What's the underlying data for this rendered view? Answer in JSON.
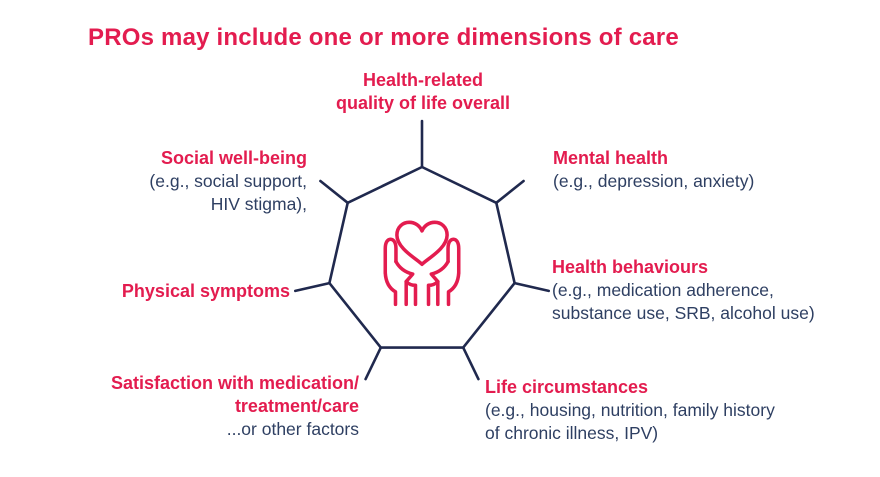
{
  "title": "PROs may include one or more dimensions of care",
  "colors": {
    "accent": "#e31c4f",
    "navy_text": "#2e3f62",
    "outline": "#20294e",
    "background": "#ffffff"
  },
  "center_icon": "hands-holding-heart-icon",
  "dimensions": {
    "hrqol": {
      "heading_lines": [
        "Health-related",
        "quality of life overall"
      ],
      "detail_lines": []
    },
    "social": {
      "heading_lines": [
        "Social well-being"
      ],
      "detail_lines": [
        "(e.g., social support,",
        "HIV stigma),"
      ]
    },
    "mental": {
      "heading_lines": [
        "Mental health"
      ],
      "detail_lines": [
        "(e.g., depression, anxiety)"
      ]
    },
    "physical": {
      "heading_lines": [
        "Physical symptoms"
      ],
      "detail_lines": []
    },
    "behaviours": {
      "heading_lines": [
        "Health behaviours"
      ],
      "detail_lines": [
        "(e.g., medication adherence,",
        "substance use, SRB, alcohol use)"
      ]
    },
    "satisfaction": {
      "heading_lines": [
        "Satisfaction with medication/",
        "treatment/care"
      ],
      "detail_lines": [
        "...or other factors"
      ]
    },
    "life": {
      "heading_lines": [
        "Life circumstances"
      ],
      "detail_lines": [
        "(e.g., housing, nutrition, family history",
        "of chronic illness, IPV)"
      ]
    }
  }
}
